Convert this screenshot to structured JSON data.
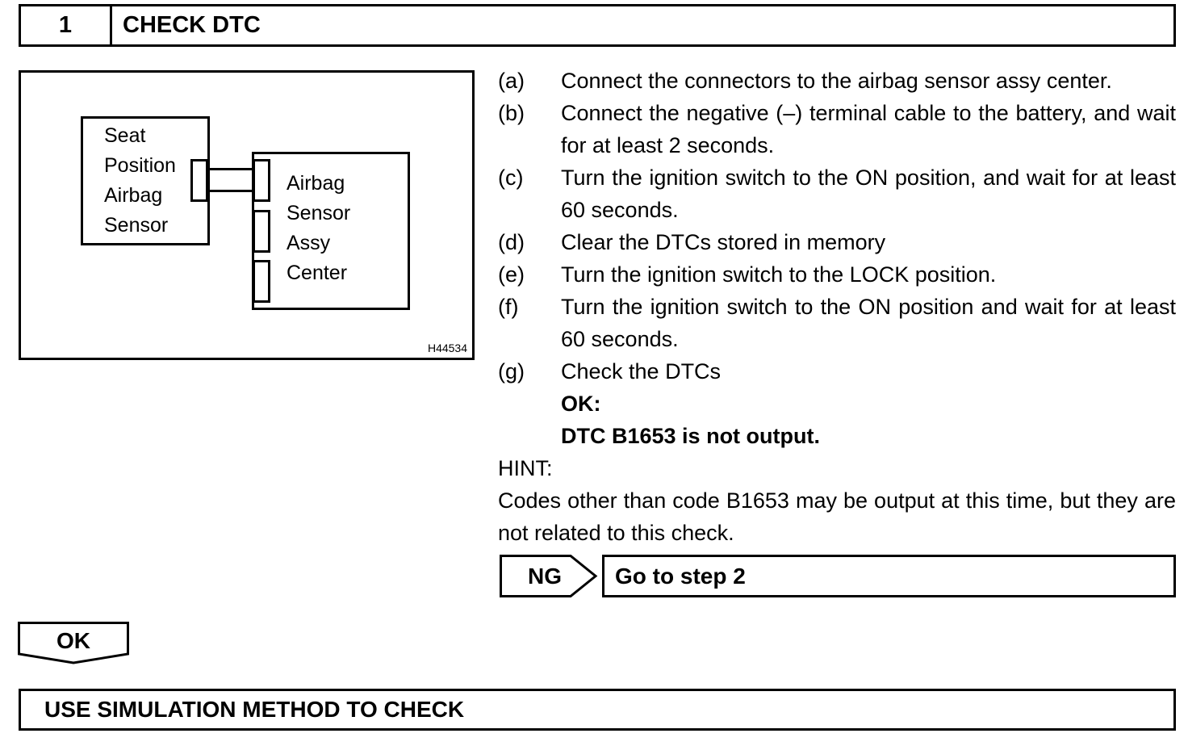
{
  "step": {
    "number": "1",
    "title": "CHECK DTC"
  },
  "diagram": {
    "left_component": "Seat\nPosition\nAirbag\nSensor",
    "right_component": "Airbag\nSensor\nAssy\nCenter",
    "figure_id": "H44534"
  },
  "instructions": [
    {
      "letter": "(a)",
      "text": "Connect the connectors to the airbag sensor assy center."
    },
    {
      "letter": "(b)",
      "text": "Connect the negative (–) terminal cable to the battery, and wait for at least 2 seconds."
    },
    {
      "letter": "(c)",
      "text": "Turn the ignition switch to the ON position, and wait for at least 60 seconds."
    },
    {
      "letter": "(d)",
      "text": "Clear the DTCs stored in memory"
    },
    {
      "letter": "(e)",
      "text": "Turn the ignition switch to the LOCK position."
    },
    {
      "letter": "(f)",
      "text": "Turn the ignition switch to the ON position and wait for at least 60 seconds."
    },
    {
      "letter": "(g)",
      "text": "Check the DTCs"
    }
  ],
  "ok_condition": {
    "label": "OK:",
    "text": "DTC B1653 is not output."
  },
  "hint": {
    "label": "HINT:",
    "text": "Codes other than code B1653 may be output at this time, but they are not related to this check."
  },
  "ng_result": {
    "label": "NG",
    "action": "Go to step 2"
  },
  "ok_result": {
    "label": "OK",
    "action": "USE SIMULATION METHOD TO CHECK"
  }
}
